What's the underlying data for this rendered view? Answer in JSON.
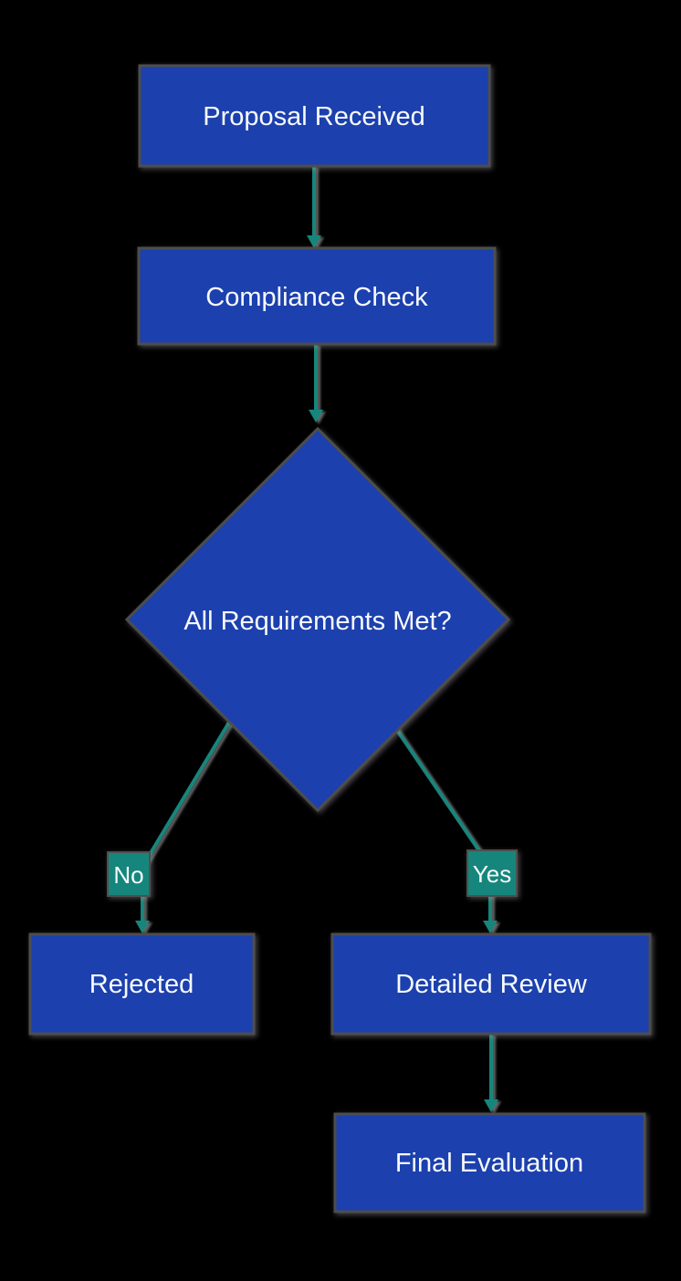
{
  "diagram": {
    "type": "flowchart",
    "direction": "top-down",
    "background_color": "#000000",
    "node_fill_color": "#1e41ad",
    "node_border_color": "#4d4d4d",
    "edge_color": "#15867b",
    "edge_label_bg_color": "#15867b",
    "text_color": "#f7fafc",
    "nodes": {
      "proposal": {
        "label": "Proposal Received",
        "shape": "rectangle"
      },
      "compliance": {
        "label": "Compliance Check",
        "shape": "rectangle"
      },
      "decision": {
        "label": "All Requirements Met?",
        "shape": "diamond"
      },
      "rejected": {
        "label": "Rejected",
        "shape": "rectangle"
      },
      "detailed_review": {
        "label": "Detailed Review",
        "shape": "rectangle"
      },
      "final_evaluation": {
        "label": "Final Evaluation",
        "shape": "rectangle"
      }
    },
    "edges": [
      {
        "from": "proposal",
        "to": "compliance",
        "label": ""
      },
      {
        "from": "compliance",
        "to": "decision",
        "label": ""
      },
      {
        "from": "decision",
        "to": "rejected",
        "label": "No"
      },
      {
        "from": "decision",
        "to": "detailed_review",
        "label": "Yes"
      },
      {
        "from": "detailed_review",
        "to": "final_evaluation",
        "label": ""
      }
    ]
  }
}
